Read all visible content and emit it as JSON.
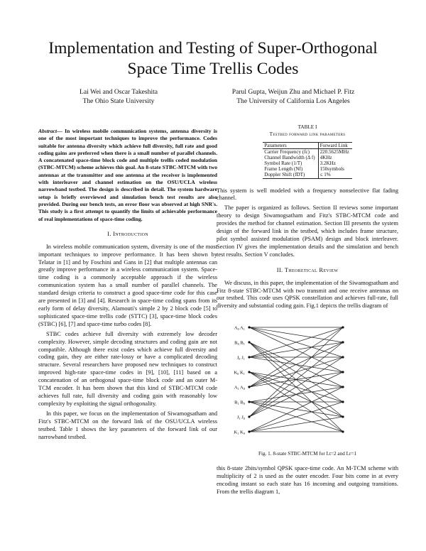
{
  "title": [
    "Implementation and Testing of Super-Orthogonal",
    "Space Time Trellis Codes"
  ],
  "authors": [
    {
      "names": "Lai Wei and Oscar Takeshita",
      "affiliation": "The Ohio State University"
    },
    {
      "names": "Parul Gupta, Weijun Zhu and Michael P. Fitz",
      "affiliation": "The University of California Los Angeles"
    }
  ],
  "abstract": {
    "label": "Abstract",
    "text": "— In wireless mobile communication systems, antenna diversity is one of the most important techniques to improve the performance. Codes suitable for antenna diversity which achieve full diversity, full rate and good coding gains are preferred when there is a small number of parallel channels. A concatenated space-time block code and multiple trellis coded modulation (STBC-MTCM) scheme achieves this goal. An 8-state STBC-MTCM with two antennas at the transmitter and one antenna at the receiver is implemented with interleaver and channel estimation on the OSU/UCLA wireless narrowband testbed. The design is described in detail. The system hardware setup is briefly overviewed and simulation bench test results are also provided. During our bench tests, an error floor was observed at high SNR's. This study is a first attempt to quantify the limits of achievable performance of real implementations of space-time coding."
  },
  "sections": {
    "intro": "I. Introduction",
    "review": "II. Theoretical Review"
  },
  "intro_paragraphs": [
    "In wireless mobile communication system, diversity is one of the most important techniques to improve performance. It has been shown by Telatar in [1] and by Foschini and Gans in [2] that multiple antennas can greatly improve performance in a wireless communication system. Space-time coding is a commonly acceptable approach if the wireless communication system has a small number of parallel channels. The standard design criteria to construct a good space-time code for this case are presented in [3] and [4]. Research in space-time coding spans from its early form of delay diversity, Alamouti's simple 2 by 2 block code [5] to sophisticated space-time trellis code (STTC) [3], space-time block codes (STBC) [6], [7] and space-time turbo codes [8].",
    "STBC codes achieve full diversity with extremely low decoder complexity. However, simple decoding structures and coding gain are not compatible. Although there exist codes which achieve full diversity and coding gain, they are either rate-lossy or have a complicated decoding structure. Several researchers have proposed new techniques to construct improved high-rate space-time codes in [9], [10], [11] based on a concatenation of an orthogonal space-time block code and an outer M-TCM encoder. It has been shown that this kind of STBC-MTCM code achieves full rate, full diversity and coding gain with reasonably low complexity by exploiting the signal orthogonality.",
    "In this paper, we focus on the implementation of Siwamogsatham and Fitz's STBC-MTCM on the forward link of the OSU/UCLA wireless testbed. Table 1 shows the key parameters of the forward link of our narrowband testbed."
  ],
  "table": {
    "number": "TABLE I",
    "caption": "Testbed forward link parameters",
    "header": [
      "Parameters",
      "Forward Link"
    ],
    "rows": [
      [
        "Carrier Frequency (fc)",
        "220.5625MHz"
      ],
      [
        "Channel Bandwidth (Δ f)",
        "4KHz"
      ],
      [
        "Symbol Rate (1/T)",
        "3.2KHz"
      ],
      [
        "Frame Length (Nf)",
        "150symbols"
      ],
      [
        "Doppler Shift (fDT)",
        "≤ 1%"
      ]
    ]
  },
  "right_paragraphs": [
    "This system is well modeled with a frequency nonselective flat fading channel.",
    "The paper is organized as follows. Section II reviews some important theory to design Siwamogsatham and Fitz's STBC-MTCM code and provides the method for channel estimation. Section III presents the system design of the forward link in the testbed, which includes frame structure, pilot symbol assisted modulation (PSAM) design and block interleaver. Section IV gives the implementation details and the simulation and bench test results. Section V concludes."
  ],
  "review_paragraph": "We discuss, in this paper, the implementation of the Siwamogsatham and Fitz 8-state STBC-MTCM with two transmit and one receive antennas on our testbed. This code uses QPSK constellation and achieves full-rate, full diversity and substantial coding gain. Fig.1 depicts the trellis diagram of",
  "figure": {
    "labels": [
      "A₀ A₁",
      "B₀ B₁",
      "J₀ J₁",
      "K₀ K₁",
      "A₁ A₀",
      "B₁ B₀",
      "J₁ J₀",
      "K₁ K₀"
    ],
    "caption": "Fig. 1.   8-state STBC-MTCM for Lt=2 and Lr=1"
  },
  "final_paragraph": "this 8-state 2bits/symbol QPSK space-time code. An M-TCM scheme with multiplicity of 2 is used as the outer encoder. Four bits come in at every encoding instant so each state has 16 incoming and outgoing transitions. From the trellis diagram 1,"
}
